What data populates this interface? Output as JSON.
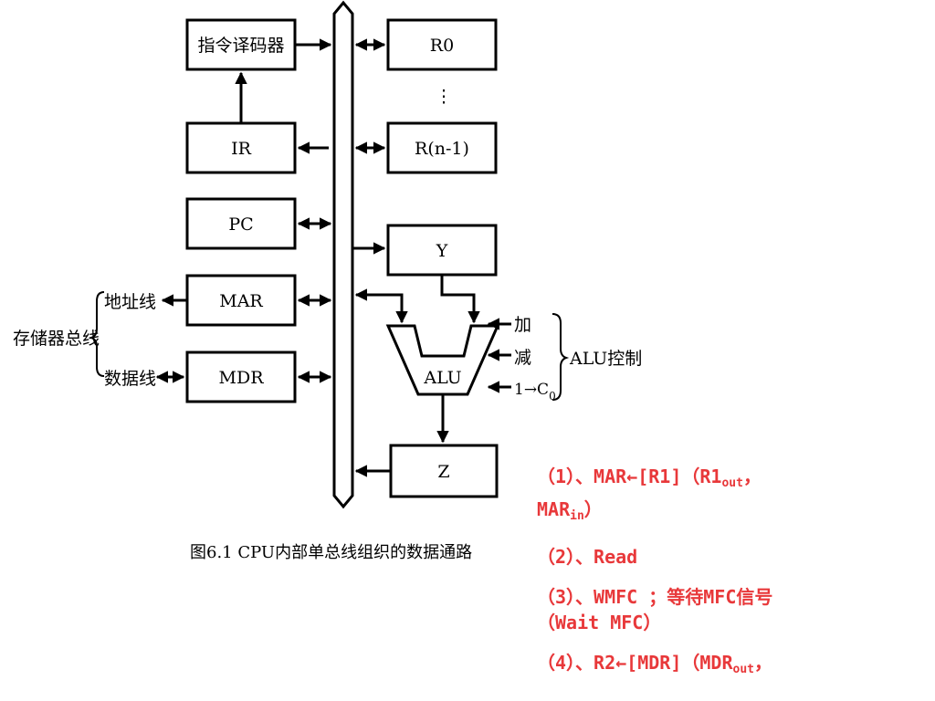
{
  "diagram": {
    "blocks": {
      "decoder": "指令译码器",
      "ir": "IR",
      "pc": "PC",
      "mar": "MAR",
      "mdr": "MDR",
      "r0": "R0",
      "dots": "⋮",
      "rn1": "R(n-1)",
      "y": "Y",
      "alu": "ALU",
      "z": "Z"
    },
    "labels": {
      "address_line": "地址线",
      "data_line": "数据线",
      "memory_bus": "存储器总线",
      "add": "加",
      "sub": "减",
      "carry": "1→C",
      "carry_sub": "0",
      "alu_control": "ALU控制"
    },
    "caption": "图6.1  CPU内部单总线组织的数据通路"
  },
  "steps": {
    "s1": {
      "prefix": "（1）、MAR←[R1]（R1",
      "sub1": "out",
      "mid": "，",
      "line2": "MAR",
      "sub2": "in",
      "end": "）"
    },
    "s2": {
      "text": "（2）、Read"
    },
    "s3": {
      "line1": "（3）、WMFC ；等待MFC信号",
      "line2": "（Wait MFC）"
    },
    "s4": {
      "prefix": "（4）、R2←[MDR]（MDR",
      "sub1": "out",
      "mid": "，"
    }
  }
}
